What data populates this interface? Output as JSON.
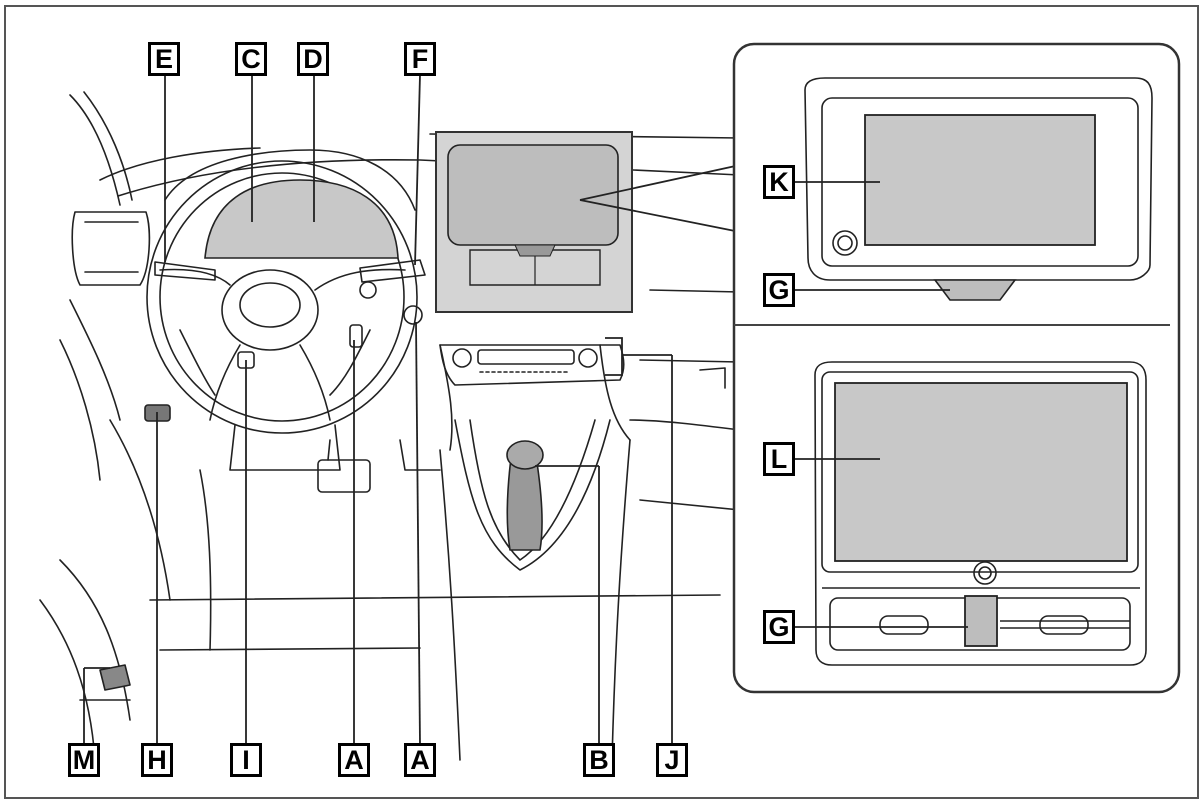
{
  "diagram": {
    "labels": {
      "E": "E",
      "C": "C",
      "D": "D",
      "F": "F",
      "K": "K",
      "G_upper": "G",
      "L": "L",
      "G_lower": "G",
      "M": "M",
      "H": "H",
      "I": "I",
      "A_left": "A",
      "A_right": "A",
      "B": "B",
      "J": "J"
    },
    "colors": {
      "line": "#222222",
      "highlight": "#c8c8c8",
      "frame": "#444444",
      "background": "#ffffff"
    }
  }
}
